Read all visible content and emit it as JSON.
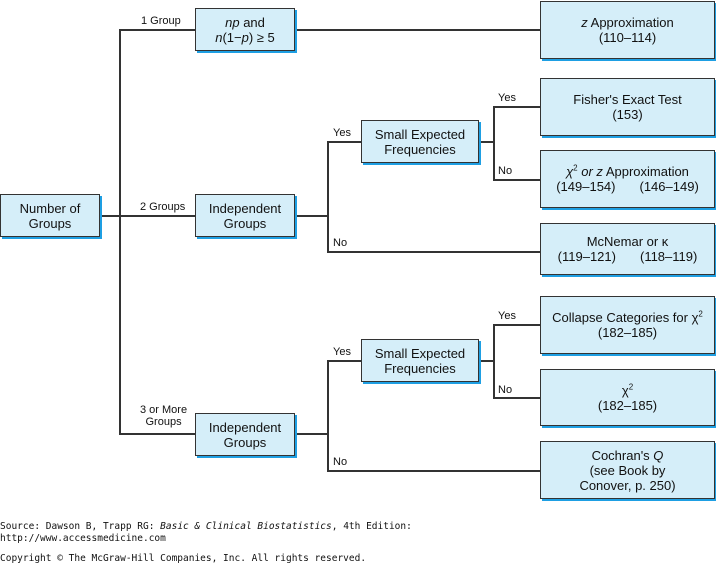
{
  "root": {
    "line1": "Number of",
    "line2": "Groups"
  },
  "branches": {
    "one": {
      "label": "1 Group",
      "cond_italic1": "np",
      "cond_text1": " and",
      "cond_italic2": "n",
      "cond_text2a": "(1−",
      "cond_italic3": "p",
      "cond_text2b": ") ≥ 5",
      "result": {
        "italic": "z",
        "text": " Approximation",
        "pages": "(110–114)"
      }
    },
    "two": {
      "label": "2 Groups",
      "node": {
        "line1": "Independent",
        "line2": "Groups"
      },
      "yes": "Yes",
      "no": "No",
      "small": {
        "line1": "Small Expected",
        "line2": "Frequencies"
      },
      "small_yes": "Yes",
      "small_no": "No",
      "fisher": {
        "line1": "Fisher's Exact Test",
        "pages": "(153)"
      },
      "chi_or_z": {
        "chi": "χ",
        "sup": "2",
        "italic": " or z",
        "text": " Approximation",
        "pages1": "(149–154)",
        "pages2": "(146–149)"
      },
      "mcnemar": {
        "line1": "McNemar or κ",
        "pages1": "(119–121)",
        "pages2": "(118–119)"
      }
    },
    "three": {
      "label1": "3 or More",
      "label2": "Groups",
      "node": {
        "line1": "Independent",
        "line2": "Groups"
      },
      "yes": "Yes",
      "no": "No",
      "small": {
        "line1": "Small Expected",
        "line2": "Frequencies"
      },
      "small_yes": "Yes",
      "small_no": "No",
      "collapse": {
        "text": "Collapse Categories for χ",
        "sup": "2",
        "pages": "(182–185)"
      },
      "chi": {
        "chi": "χ",
        "sup": "2",
        "pages": "(182–185)"
      },
      "cochran": {
        "text": "Cochran's ",
        "italic": "Q",
        "line2": "(see Book by",
        "line3": "Conover, p. 250)"
      }
    }
  },
  "footer": {
    "source_prefix": "Source: Dawson B, Trapp RG: ",
    "source_italic": "Basic & Clinical Biostatistics",
    "source_suffix": ", 4th Edition:",
    "url": "http://www.accessmedicine.com",
    "copyright": "Copyright © The McGraw-Hill Companies, Inc. All rights reserved."
  }
}
